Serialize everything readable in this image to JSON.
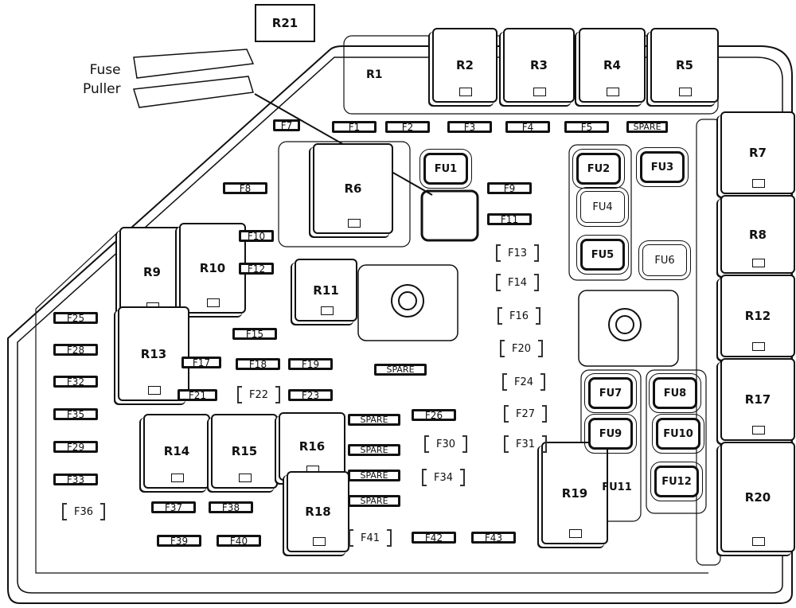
{
  "title_relay": "R21",
  "fuse_puller": {
    "line1": "Fuse",
    "line2": "Puller"
  },
  "relays": [
    "R1",
    "R2",
    "R3",
    "R4",
    "R5",
    "R6",
    "R7",
    "R8",
    "R9",
    "R10",
    "R11",
    "R12",
    "R13",
    "R14",
    "R15",
    "R16",
    "R17",
    "R18",
    "R19",
    "R20"
  ],
  "fuses": [
    "F1",
    "F2",
    "F3",
    "F4",
    "F5",
    "SPARE",
    "F7",
    "F8",
    "F9",
    "F10",
    "F11",
    "F12",
    "F15",
    "F17",
    "F18",
    "F19",
    "F21",
    "F23",
    "SPARE",
    "F25",
    "F28",
    "F32",
    "F35",
    "F29",
    "F33",
    "F26",
    "SPARE",
    "SPARE",
    "SPARE",
    "SPARE",
    "F37",
    "F38",
    "F39",
    "F40",
    "F42",
    "F43"
  ],
  "empty_slots": [
    "F13",
    "F14",
    "F16",
    "F20",
    "F24",
    "F27",
    "F31",
    "F22",
    "F30",
    "F34",
    "F36",
    "F41"
  ],
  "fu_fuses": [
    "FU1",
    "FU2",
    "FU3",
    "FU4",
    "FU5",
    "FU6",
    "FU7",
    "FU8",
    "FU9",
    "FU10",
    "FU11",
    "FU12"
  ]
}
